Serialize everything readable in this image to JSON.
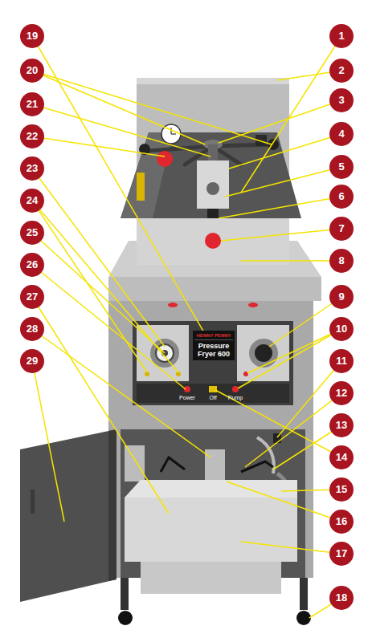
{
  "diagram": {
    "nodes": [
      {
        "text": [
          "HENNY PENNY",
          "Pressure Fryer 600"
        ]
      }
    ],
    "labels": [
      "1",
      "2",
      "3",
      "4",
      "5",
      "6",
      "7",
      "8",
      "9",
      "10",
      "11",
      "12",
      "13",
      "14",
      "15",
      "16",
      "17",
      "18",
      "19",
      "20",
      "21",
      "22",
      "23",
      "24",
      "25",
      "26",
      "27",
      "28",
      "29",
      "Power",
      "Off",
      "Pump"
    ]
  }
}
